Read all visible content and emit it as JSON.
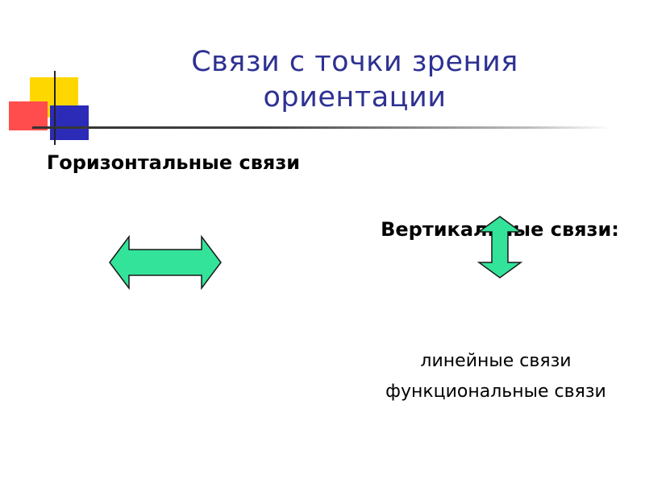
{
  "slide": {
    "title": "Связи с точки зрения ориентации",
    "horizontal": {
      "heading": "Горизонтальные связи"
    },
    "vertical": {
      "heading": "Вертикальные связи:",
      "items": [
        "линейные связи",
        "функциональные связи"
      ]
    }
  },
  "colors": {
    "title": "#2e3192",
    "arrow_fill": "#33e39a",
    "arrow_stroke": "#1a1a1a",
    "deco_yellow": "#ffd700",
    "deco_red": "#ff4d4d",
    "deco_blue": "#2b2bb8"
  },
  "icons": {
    "horizontal_arrow": "double-horizontal-arrow",
    "vertical_arrow": "double-vertical-arrow"
  }
}
